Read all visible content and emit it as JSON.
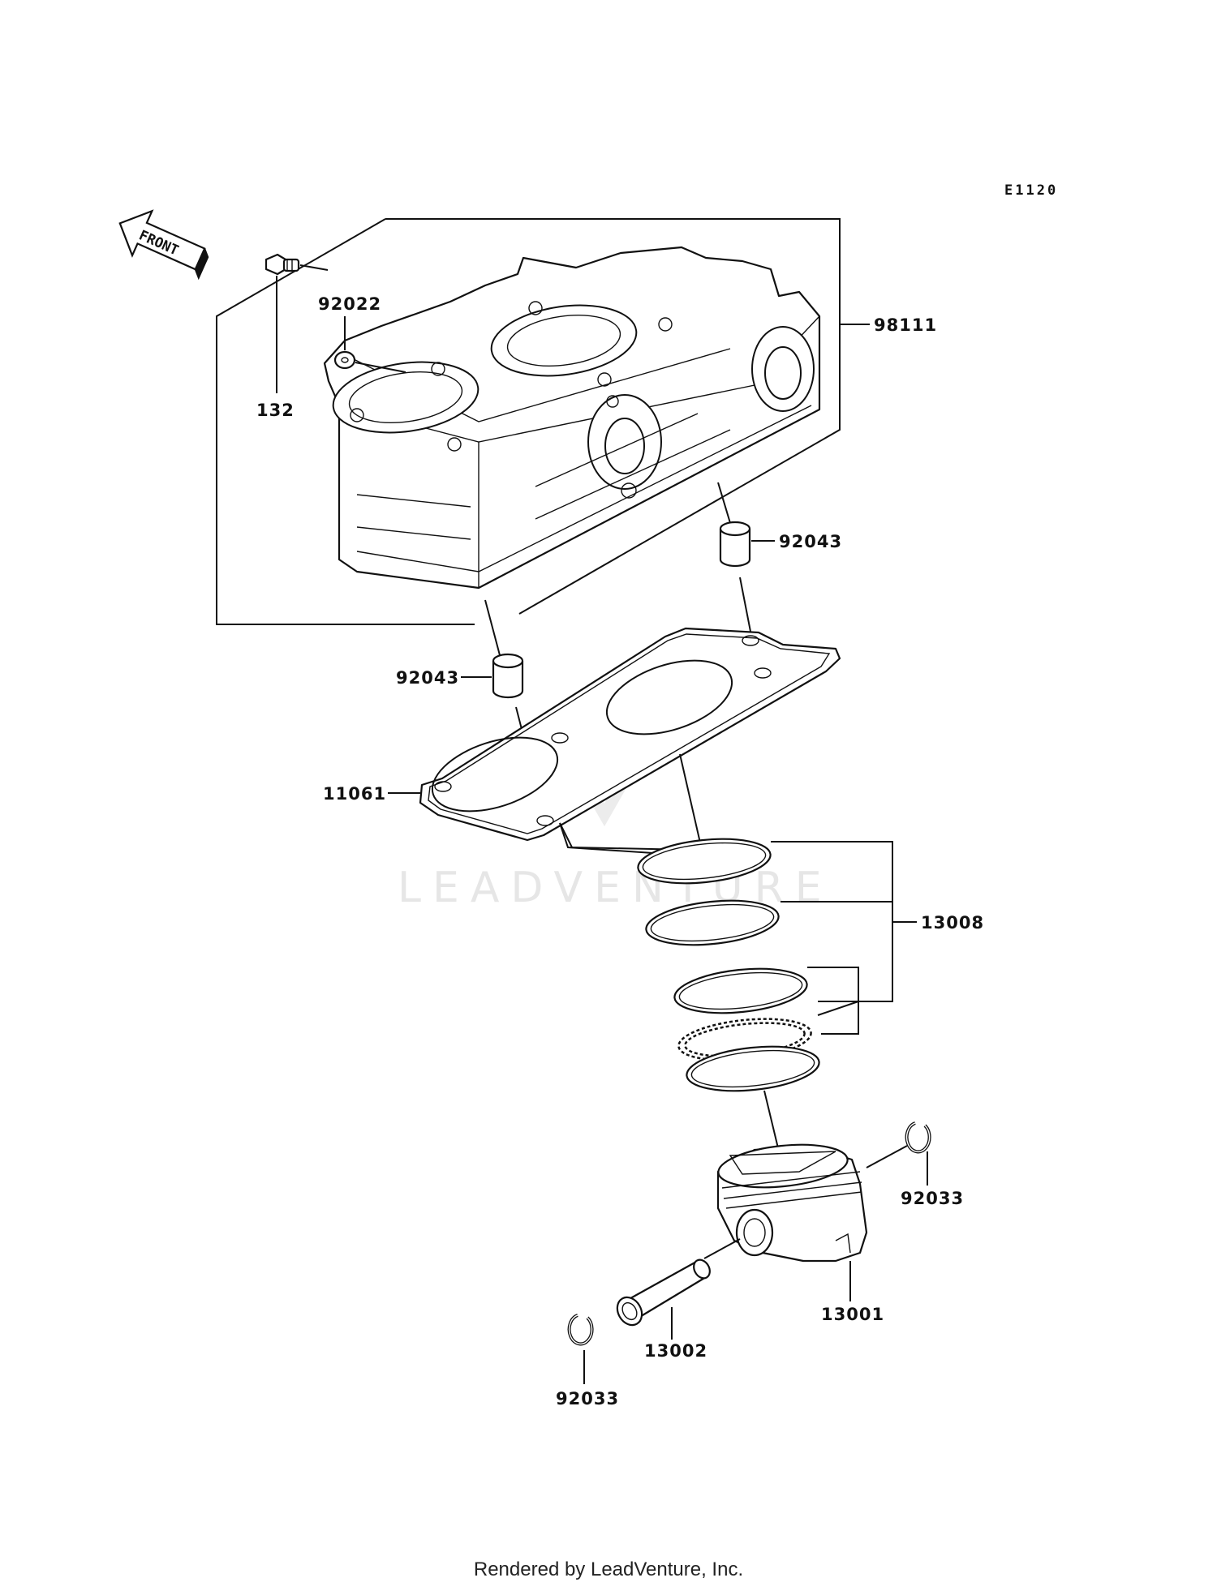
{
  "diagram": {
    "diagram_code": "E1120",
    "front_label": "FRONT",
    "watermark": "LEADVENTURE",
    "callouts": {
      "p98111": "98111",
      "p92022": "92022",
      "p132": "132",
      "p92043_upper": "92043",
      "p92043_lower": "92043",
      "p11061": "11061",
      "p13008": "13008",
      "p92033_right": "92033",
      "p13001": "13001",
      "p13002": "13002",
      "p92033_left": "92033"
    }
  },
  "footer": {
    "text": "Rendered by LeadVenture, Inc."
  }
}
